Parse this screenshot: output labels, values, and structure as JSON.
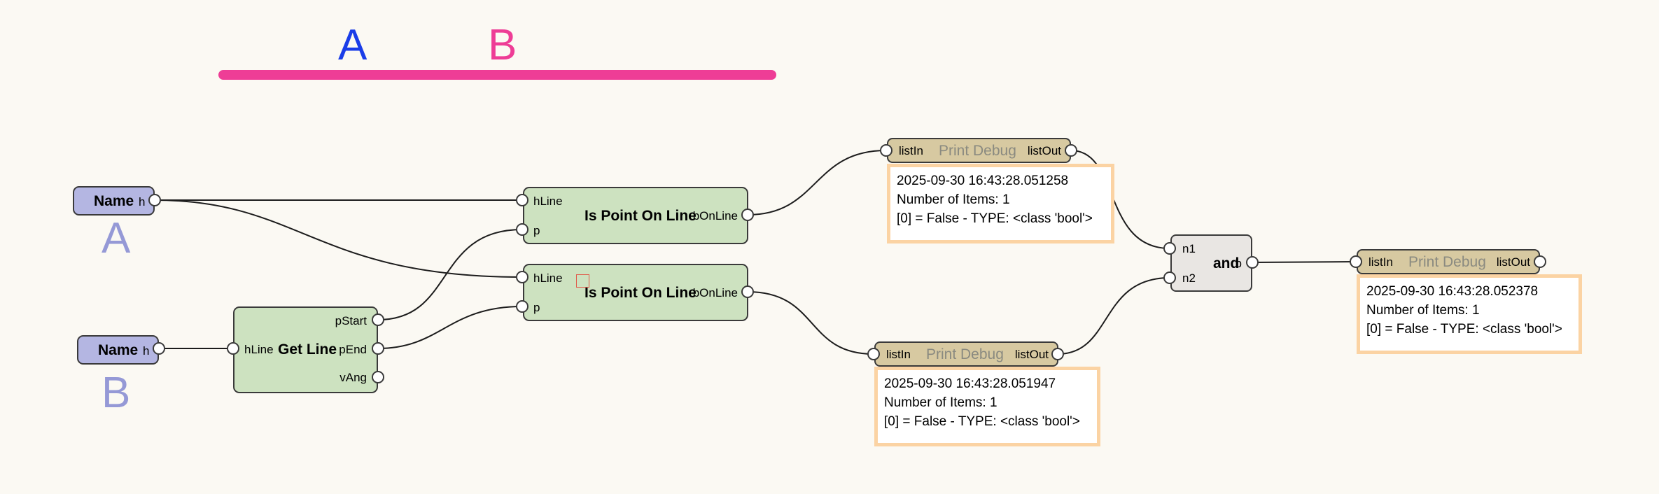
{
  "colors": {
    "background": "#fbf9f3",
    "ref_line": "#ee3d96",
    "label_a_top": "#1a3de8",
    "label_b_top": "#ee3d96",
    "label_side": "#9599d6",
    "name_node": "#b4b6e2",
    "function_node": "#cde2c0",
    "and_node": "#e9e6e3",
    "debug_node": "#d7c9a1",
    "debug_output_border": "#fbd3a3"
  },
  "labels": {
    "top_a": "A",
    "top_b": "B",
    "side_a": "A",
    "side_b": "B"
  },
  "nodes": {
    "name_a": {
      "title": "Name",
      "out_port": "h"
    },
    "name_b": {
      "title": "Name",
      "out_port": "h"
    },
    "get_line": {
      "title": "Get Line",
      "in_port": "hLine",
      "out_ports": [
        "pStart",
        "pEnd",
        "vAng"
      ]
    },
    "is_point_on_line_1": {
      "title": "Is Point On Line",
      "in_ports": [
        "hLine",
        "p"
      ],
      "out_port": "bOnLine"
    },
    "is_point_on_line_2": {
      "title": "Is Point On Line",
      "in_ports": [
        "hLine",
        "p"
      ],
      "out_port": "bOnLine"
    },
    "print_debug_1": {
      "title": "Print Debug",
      "in_port": "listIn",
      "out_port": "listOut",
      "output": [
        "2025-09-30 16:43:28.051258",
        "Number of Items: 1",
        "[0] = False - TYPE: <class 'bool'>"
      ]
    },
    "print_debug_2": {
      "title": "Print Debug",
      "in_port": "listIn",
      "out_port": "listOut",
      "output": [
        "2025-09-30 16:43:28.051947",
        "Number of Items: 1",
        "[0] = False - TYPE: <class 'bool'>"
      ]
    },
    "and": {
      "title": "and",
      "in_ports": [
        "n1",
        "n2"
      ],
      "out_port": "b"
    },
    "print_debug_3": {
      "title": "Print Debug",
      "in_port": "listIn",
      "out_port": "listOut",
      "output": [
        "2025-09-30 16:43:28.052378",
        "Number of Items: 1",
        "[0] = False - TYPE: <class 'bool'>"
      ]
    }
  }
}
